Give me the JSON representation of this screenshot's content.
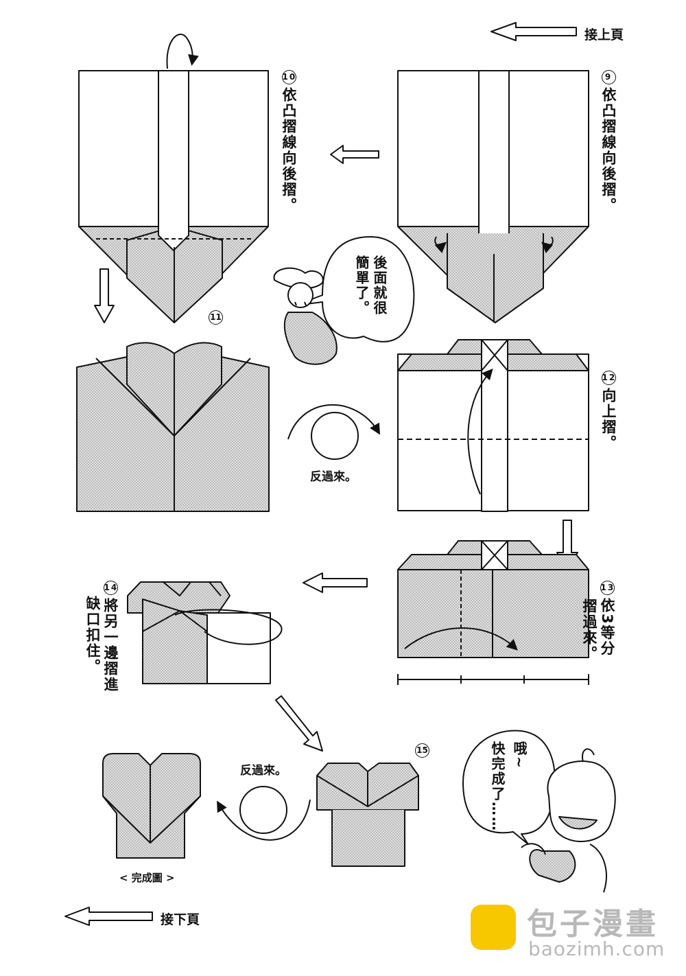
{
  "nav": {
    "prev_page": "接上頁",
    "next_page": "接下頁"
  },
  "steps": {
    "s9": {
      "num": "9",
      "text": "依凸摺線向後摺。"
    },
    "s10": {
      "num": "10",
      "text": "依凸摺線向後摺。"
    },
    "s11": {
      "num": "11"
    },
    "s12": {
      "num": "12",
      "text": "向上摺。"
    },
    "s13": {
      "num": "13",
      "text_1": "依3等分",
      "text_2": "摺過來。"
    },
    "s14": {
      "num": "14",
      "text_1": "將另一邊摺進",
      "text_2": "缺口扣住。"
    },
    "s15": {
      "num": "15"
    }
  },
  "labels": {
    "flip_1": "反過來。",
    "flip_2": "反過來。",
    "finished": "< 完成圖 >"
  },
  "bubbles": {
    "b1_line1": "後面就很",
    "b1_line2": "簡單了。",
    "b2_line1": "哦~",
    "b2_line2": "快完成了……"
  },
  "watermark": {
    "name": "包子漫畫",
    "url": "baozimh.com"
  },
  "colors": {
    "paper_shade": "#d6d6d6",
    "line": "#111111",
    "logo": "#f7c800"
  }
}
